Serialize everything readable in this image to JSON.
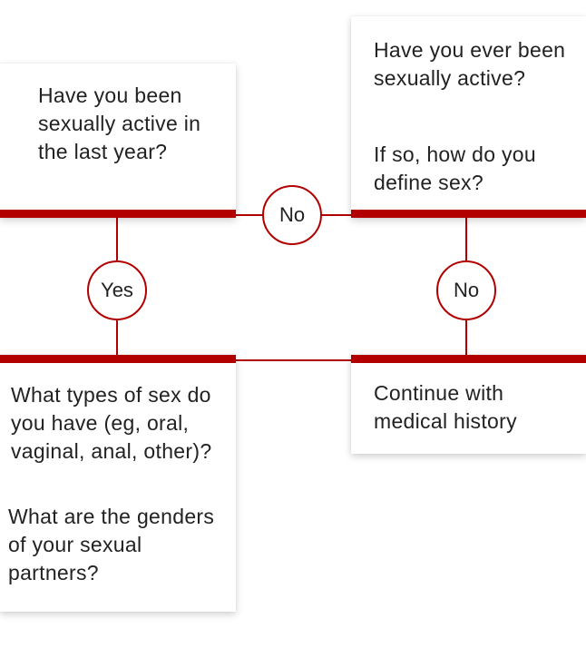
{
  "cards": {
    "q1": {
      "text": "Have you been sexually active in the last year?"
    },
    "q2": {
      "text1": "Have you ever been sexually active?",
      "text2": "If so, how do you define sex?"
    },
    "q3": {
      "text1": "What types of sex do you have (eg, oral, vaginal, anal, other)?",
      "text2": "What are the genders of your sexual partners?"
    },
    "q4": {
      "text": "Continue with medical history"
    }
  },
  "connectors": {
    "no_horizontal": "No",
    "yes_left": "Yes",
    "no_right": "No"
  },
  "colors": {
    "accent": "#b20000",
    "text": "#222222",
    "background": "#ffffff"
  }
}
